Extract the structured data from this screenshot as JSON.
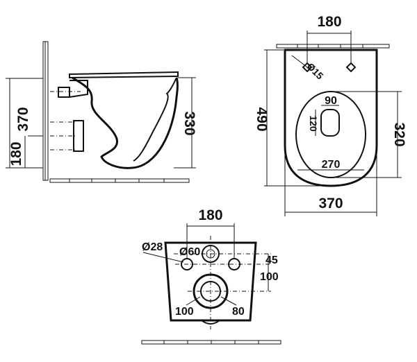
{
  "side_view": {
    "total_height_label": "370",
    "lower_height_label": "180",
    "bowl_height_label": "330"
  },
  "top_view": {
    "fixing_spacing_label": "180",
    "fixing_hole_diameter_label": "Ø15",
    "length_label": "490",
    "width_label": "370",
    "opening_length_label": "320",
    "opening_width_label": "270",
    "inner_top_label": "90",
    "inner_depth_label": "120"
  },
  "back_view": {
    "fixing_spacing_label": "180",
    "small_hole_diameter_label": "Ø28",
    "inlet_diameter_label": "Ø60",
    "vertical_offset_1_label": "45",
    "vertical_offset_2_label": "100",
    "outlet_left_label": "100",
    "outlet_right_label": "80"
  }
}
